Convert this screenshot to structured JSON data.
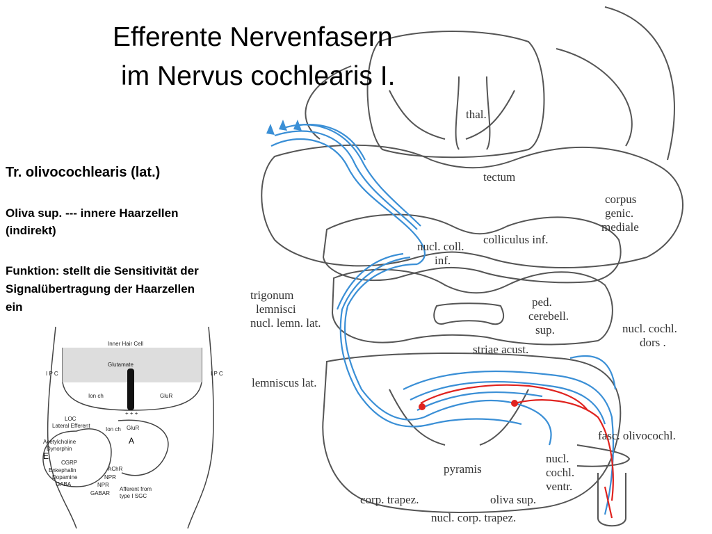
{
  "title": {
    "line1": "Efferente Nervenfasern",
    "line2": "im Nervus cochlearis I."
  },
  "subtitle": "Tr. olivocochlearis (lat.)",
  "description": {
    "line1": "Oliva sup. --- innere Haarzellen",
    "line2": "(indirekt)"
  },
  "function_text": {
    "line1": "Funktion: stellt die Sensitivität der",
    "line2": "Signalübertragung der Haarzellen",
    "line3": "ein"
  },
  "brain_labels": {
    "thal": "thal.",
    "tectum": "tectum",
    "corpus1": "corpus",
    "corpus2": "genic.",
    "corpus3": "mediale",
    "colliculus": "colliculus inf.",
    "nucl_coll1": "nucl. coll.",
    "nucl_coll2": "inf.",
    "trigonum1": "trigonum",
    "trigonum2": "lemnisci",
    "nucl_lemn": "nucl. lemn. lat.",
    "ped1": "ped.",
    "ped2": "cerebell.",
    "ped3": "sup.",
    "nucl_cochl_dors1": "nucl. cochl.",
    "nucl_cochl_dors2": "dors .",
    "striae": "striae acust.",
    "lemniscus": "lemniscus lat.",
    "fasc": "fasc. olivocochl.",
    "nucl_ventr1": "nucl.",
    "nucl_ventr2": "cochl.",
    "nucl_ventr3": "ventr.",
    "pyramis": "pyramis",
    "corp_trapez": "corp. trapez.",
    "oliva": "oliva sup.",
    "nucl_corp": "nucl. corp. trapez."
  },
  "hair_cell_labels": {
    "title": "Inner Hair Cell",
    "glutamate": "Glutamate",
    "ion_ch_top": "Ion ch",
    "glur_top": "GluR",
    "ipc_left": "I P C",
    "ipc_right": "I P C",
    "loc1": "LOC",
    "loc2": "Lateral Efferent",
    "ion_ch_bottom": "Ion ch",
    "glur_bottom": "GluR",
    "letter_a": "A",
    "letter_e": "E",
    "acetylcholine": "Acetylcholine",
    "dynorphin": "Dynorphin",
    "cgrp": "CGRP",
    "enkephalin": "Enkephalin",
    "dopamine": "Dopamine",
    "gaba": "GABA",
    "achr": "AChR",
    "npr1": "NPR",
    "npr2": "NPR",
    "gabar": "GABAR",
    "afferent1": "Afferent from",
    "afferent2": "type I SGC",
    "plus": "+ + +"
  },
  "colors": {
    "efferent_blue": "#3a8fd6",
    "red_fiber": "#e0231f",
    "outline": "#444444"
  }
}
